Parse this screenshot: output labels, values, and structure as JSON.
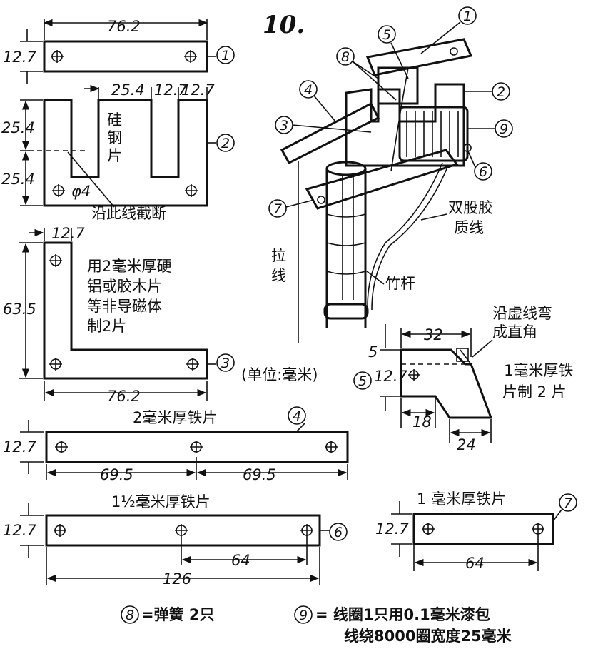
{
  "figure_number": "10.",
  "parts": {
    "p1": {
      "callout": "1",
      "width": "76.2",
      "height": "12.7"
    },
    "p2": {
      "callout": "2",
      "top_a": "25.4",
      "top_b": "12.7",
      "top_c": "12.7",
      "side_a": "25.4",
      "side_b": "25.4",
      "hole": "φ4",
      "material": [
        "硅",
        "钢",
        "片"
      ],
      "cut_note": "沿此线截断"
    },
    "p3": {
      "callout": "3",
      "top": "12.7",
      "height": "63.5",
      "width": "76.2",
      "note": [
        "用2毫米厚硬",
        "铝或胶木片",
        "等非导磁体",
        "制2片"
      ]
    },
    "units": "(单位:毫米)",
    "p4": {
      "callout": "4",
      "title": "2毫米厚铁片",
      "height": "12.7",
      "left": "69.5",
      "right": "69.5"
    },
    "p5": {
      "callout": "5",
      "width": "32",
      "top": "5",
      "height": "12.7",
      "bottom_left": "18",
      "bottom_right": "24",
      "bend_note": [
        "沿虚线弯",
        "成直角"
      ],
      "material": [
        "1毫米厚铁",
        "片制 2 片"
      ]
    },
    "p6": {
      "callout": "6",
      "title": "1½毫米厚铁片",
      "height": "12.7",
      "span": "64",
      "total": "126"
    },
    "p7": {
      "callout": "7",
      "title": "1 毫米厚铁片",
      "height": "12.7",
      "span": "64"
    },
    "assembly": {
      "callouts": [
        "1",
        "2",
        "3",
        "4",
        "5",
        "6",
        "7",
        "8",
        "9"
      ],
      "wire_label": [
        "双股胶",
        "质线"
      ],
      "pull_wire": [
        "拉",
        "线"
      ],
      "pole": "竹杆"
    },
    "legend": {
      "item8_num": "8",
      "item8_text": "=弹簧 2只",
      "item9_num": "9",
      "item9_line1": "= 线圈1只用0.1毫米漆包",
      "item9_line2": "线绕8000圈宽度25毫米"
    }
  }
}
